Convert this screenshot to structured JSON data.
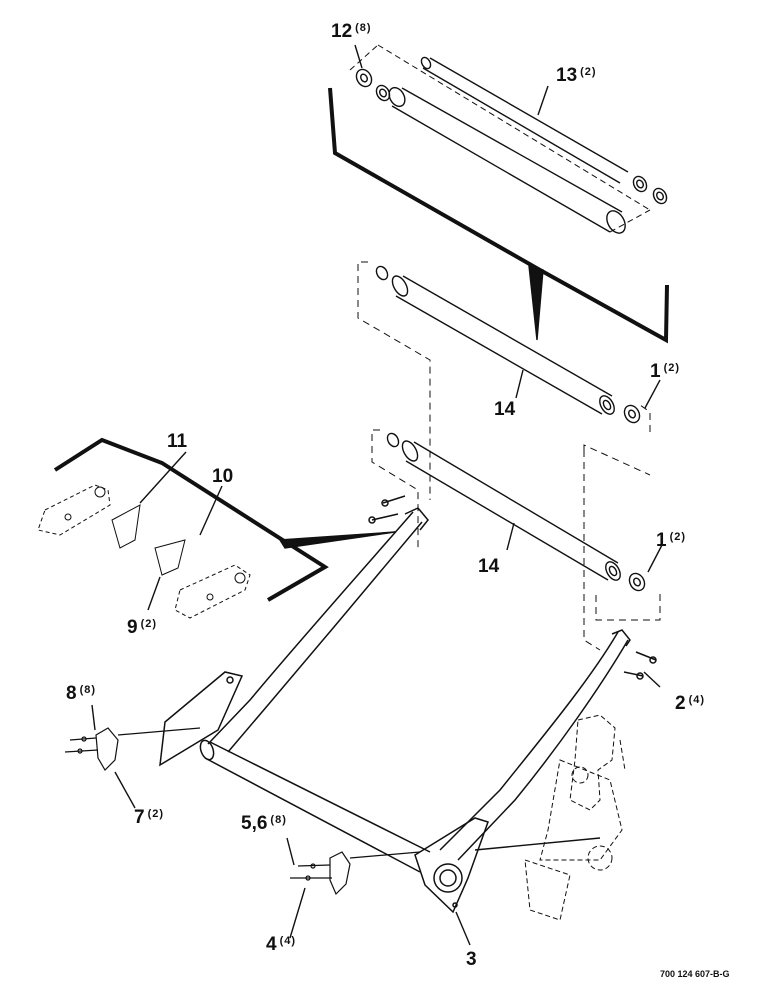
{
  "callouts": {
    "c12": {
      "num": "12",
      "qty": "(8)"
    },
    "c13": {
      "num": "13",
      "qty": "(2)"
    },
    "c14a": {
      "num": "14"
    },
    "c1a": {
      "num": "1",
      "qty": "(2)"
    },
    "c14b": {
      "num": "14"
    },
    "c1b": {
      "num": "1",
      "qty": "(2)"
    },
    "c11": {
      "num": "11"
    },
    "c10": {
      "num": "10"
    },
    "c9": {
      "num": "9",
      "qty": "(2)"
    },
    "c8": {
      "num": "8",
      "qty": "(8)"
    },
    "c7": {
      "num": "7",
      "qty": "(2)"
    },
    "c2": {
      "num": "2",
      "qty": "(4)"
    },
    "c56": {
      "num": "5,6",
      "qty": "(8)"
    },
    "c4": {
      "num": "4",
      "qty": "(4)"
    },
    "c3": {
      "num": "3"
    }
  },
  "document_number": "700 124 607-B-G",
  "colors": {
    "ink": "#111111",
    "paper": "#ffffff"
  }
}
